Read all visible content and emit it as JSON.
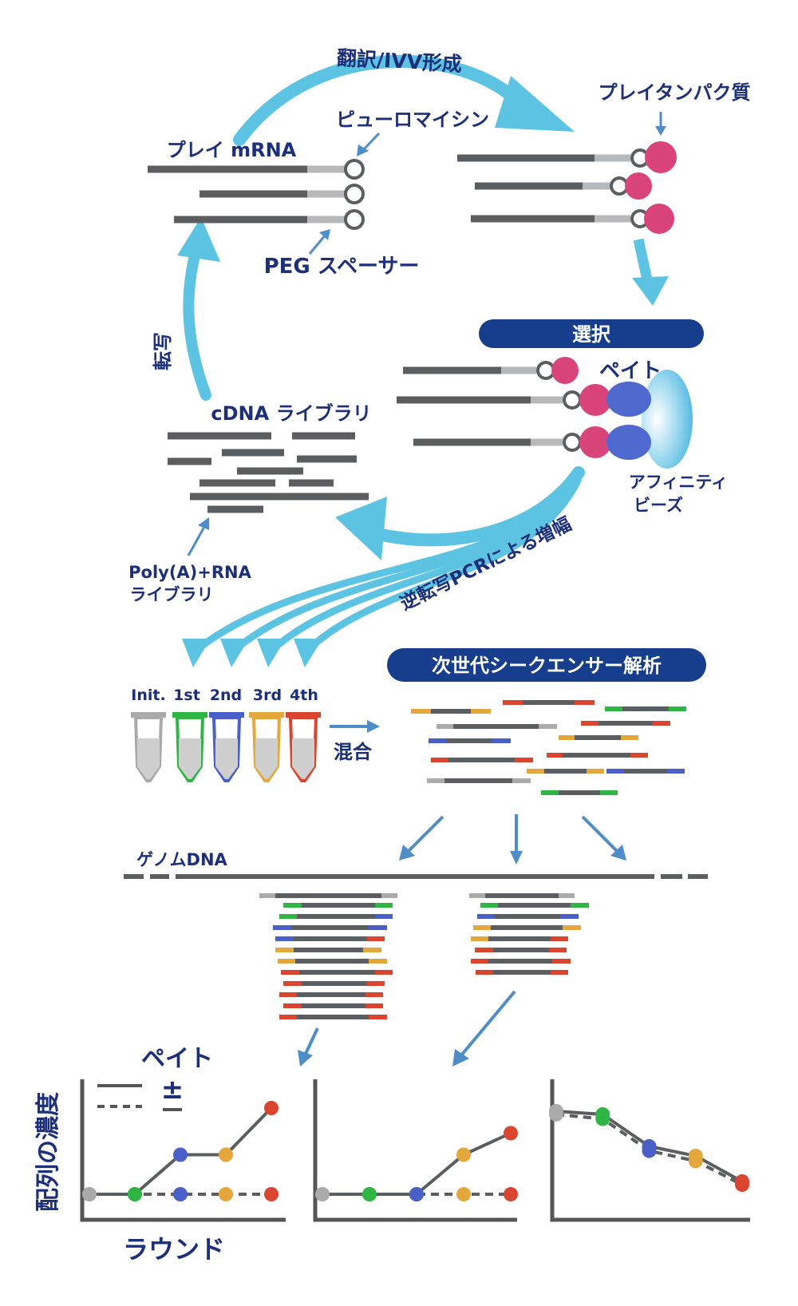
{
  "labels": {
    "translation": "翻訳/IVV形成",
    "prey_protein": "プレイタンパク質",
    "puromycin": "ピューロマイシン",
    "prey_mrna": "プレイ mRNA",
    "peg_spacer": "PEG スペーサー",
    "selection": "選択",
    "bait": "ペイト",
    "transcription": "転写",
    "cdna_library": "cDNA ライブラリ",
    "affinity_beads_1": "アフィニティ",
    "affinity_beads_2": "ビーズ",
    "rt_pcr": "逆転写PCRによる増幅",
    "polya_1": "Poly(A)+RNA",
    "polya_2": "ライブラリ",
    "ngs": "次世代シークエンサー解析",
    "mix": "混合",
    "genomic_dna": "ゲノムDNA",
    "y_axis": "配列の濃度",
    "x_axis": "ラウンド",
    "legend_bait": "ペイト",
    "legend_pm": "±"
  },
  "tubes": [
    "Init.",
    "1st",
    "2nd",
    "3rd",
    "4th"
  ],
  "colors": {
    "navy": "#1b2f7a",
    "arrow": "#5cc4e2",
    "strand": "#5b5e60",
    "strand_light": "#b6b9bb",
    "protein": "#d9457a",
    "bait": "#4f69cf",
    "round": [
      "#aaaaaa",
      "#2fb543",
      "#4a60c8",
      "#e4a73c",
      "#d9452f"
    ]
  },
  "chart_data": [
    {
      "type": "line",
      "x": [
        0,
        1,
        2,
        3,
        4
      ],
      "series": [
        {
          "values": [
            0,
            0,
            0.55,
            0.55,
            1.2
          ]
        },
        {
          "values": [
            0,
            0,
            0,
            0,
            0
          ]
        }
      ],
      "xlabel": "ラウンド",
      "ylabel": "配列の濃度",
      "legend": "top-left"
    },
    {
      "type": "line",
      "x": [
        0,
        1,
        2,
        3,
        4
      ],
      "series": [
        {
          "values": [
            0,
            0,
            0,
            0.55,
            0.85
          ]
        },
        {
          "values": [
            0,
            0,
            0,
            0,
            0
          ]
        }
      ]
    },
    {
      "type": "line",
      "x": [
        0,
        1,
        2,
        3,
        4
      ],
      "series": [
        {
          "values": [
            1.0,
            0.95,
            0.45,
            0.3,
            -0.1
          ]
        },
        {
          "values": [
            0.95,
            0.88,
            0.38,
            0.22,
            -0.15
          ]
        }
      ]
    }
  ]
}
